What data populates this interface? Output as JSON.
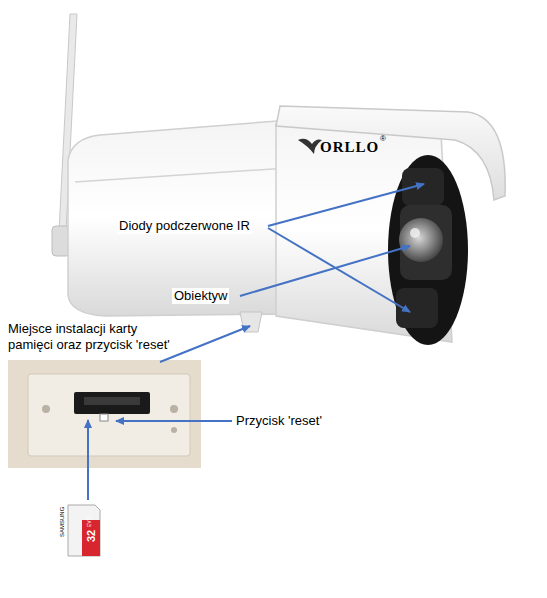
{
  "diagram": {
    "labels": [
      "ORLLO",
      "®",
      "Diody podczerwone IR",
      "Obiektyw",
      "Miejsce instalacji karty pamięci oraz przycisk 'reset'",
      "Przycisk 'reset'",
      "SAMSUNG",
      "32",
      "EVO"
    ]
  }
}
